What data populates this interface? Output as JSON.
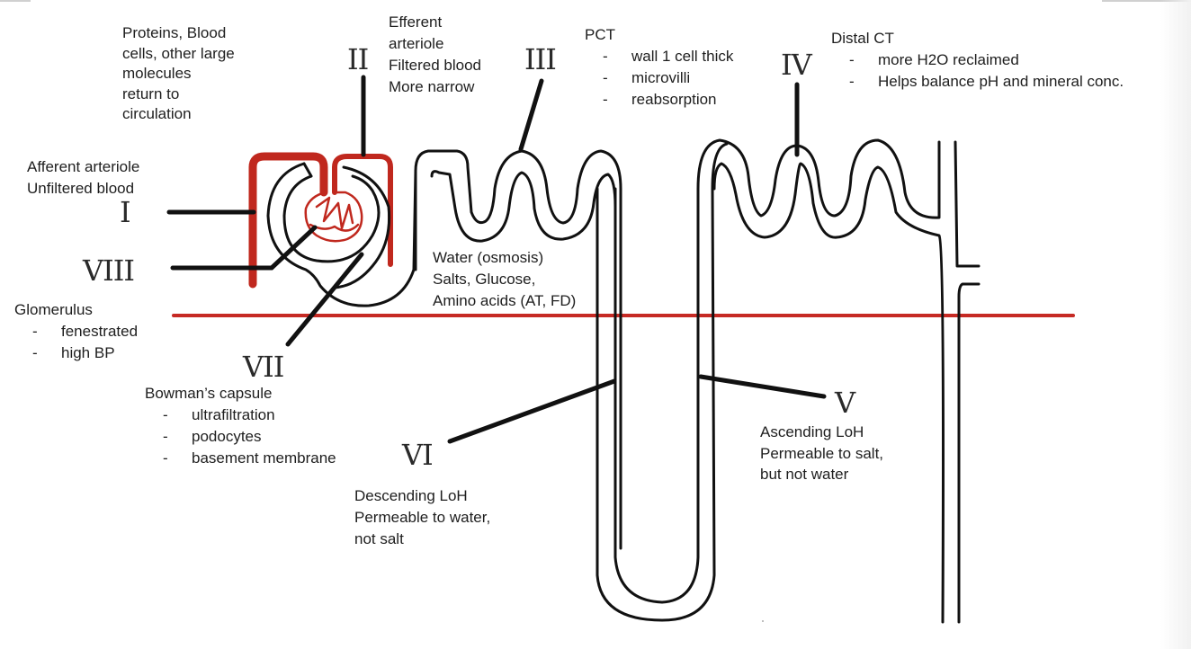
{
  "diagram": {
    "title": "Nephron structure and function",
    "colors": {
      "blood_vessel": "#c0281e",
      "tubule": "#111111",
      "cortex_medulla_line": "#c62a24",
      "text": "#1e1e1e"
    },
    "numerals": {
      "I": "I",
      "II": "II",
      "III": "III",
      "IV": "IV",
      "V": "V",
      "VI": "VI",
      "VII": "VII",
      "VIII": "VIII"
    },
    "labels": {
      "proteins": [
        "Proteins, Blood",
        "cells, other large",
        "molecules",
        "return to",
        "circulation"
      ],
      "efferent": [
        "Efferent",
        "arteriole",
        "Filtered blood",
        "More narrow"
      ],
      "pct": {
        "title": "PCT",
        "items": [
          "wall 1 cell thick",
          "microvilli",
          "reabsorption"
        ]
      },
      "distal": {
        "title": "Distal CT",
        "items": [
          "more H2O reclaimed",
          "Helps balance pH and mineral conc."
        ]
      },
      "afferent": [
        "Afferent arteriole",
        "Unfiltered blood"
      ],
      "glomerulus": {
        "title": "Glomerulus",
        "items": [
          "fenestrated",
          "high BP"
        ]
      },
      "reabsorbed": [
        "Water (osmosis)",
        "Salts, Glucose,",
        "Amino acids (AT, FD)"
      ],
      "bowmans": {
        "title": "Bowman’s capsule",
        "items": [
          "ultrafiltration",
          "podocytes",
          "basement membrane"
        ]
      },
      "descending": [
        "Descending LoH",
        "Permeable to water,",
        "not salt"
      ],
      "ascending": [
        "Ascending LoH",
        "Permeable to salt,",
        "but not water"
      ]
    },
    "bullet": "-"
  }
}
